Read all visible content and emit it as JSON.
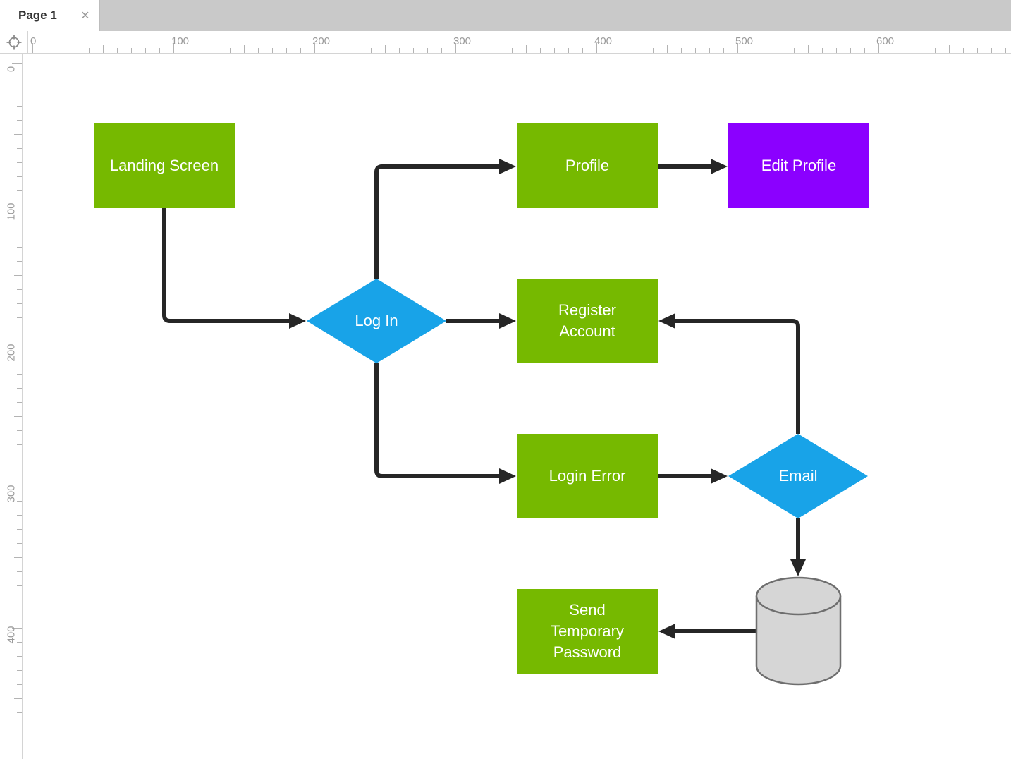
{
  "window": {
    "tab_label": "Page 1",
    "tab_close_icon": "×"
  },
  "rulers": {
    "top_labels": [
      "0",
      "100",
      "200",
      "300",
      "400",
      "500",
      "600"
    ],
    "left_labels": [
      "0",
      "100",
      "200",
      "300",
      "400"
    ],
    "units_per_major_tick": 100
  },
  "colors": {
    "process_green": "#76b900",
    "decision_blue": "#18a3e8",
    "action_purple": "#8b00ff",
    "connector_black": "#262626",
    "database_fill_gray": "#d6d6d6",
    "database_stroke_gray": "#6e6e6e",
    "tab_bar_gray": "#c9c9c9"
  },
  "diagram": {
    "nodes": [
      {
        "id": "landing-screen",
        "type": "process",
        "label": "Landing Screen"
      },
      {
        "id": "log-in",
        "type": "decision",
        "label": "Log In"
      },
      {
        "id": "profile",
        "type": "process",
        "label": "Profile"
      },
      {
        "id": "edit-profile",
        "type": "action",
        "label": "Edit Profile"
      },
      {
        "id": "register-account",
        "type": "process",
        "label": "Register\nAccount"
      },
      {
        "id": "login-error",
        "type": "process",
        "label": "Login Error"
      },
      {
        "id": "email",
        "type": "decision",
        "label": "Email"
      },
      {
        "id": "send-temporary-password",
        "type": "process",
        "label": "Send\nTemporary\nPassword"
      },
      {
        "id": "database",
        "type": "database-cylinder",
        "label": ""
      }
    ],
    "edges": [
      {
        "from": "landing-screen",
        "to": "log-in"
      },
      {
        "from": "log-in",
        "to": "profile"
      },
      {
        "from": "profile",
        "to": "edit-profile"
      },
      {
        "from": "log-in",
        "to": "register-account"
      },
      {
        "from": "log-in",
        "to": "login-error"
      },
      {
        "from": "login-error",
        "to": "email"
      },
      {
        "from": "email",
        "to": "register-account"
      },
      {
        "from": "email",
        "to": "database"
      },
      {
        "from": "database",
        "to": "send-temporary-password"
      }
    ]
  }
}
